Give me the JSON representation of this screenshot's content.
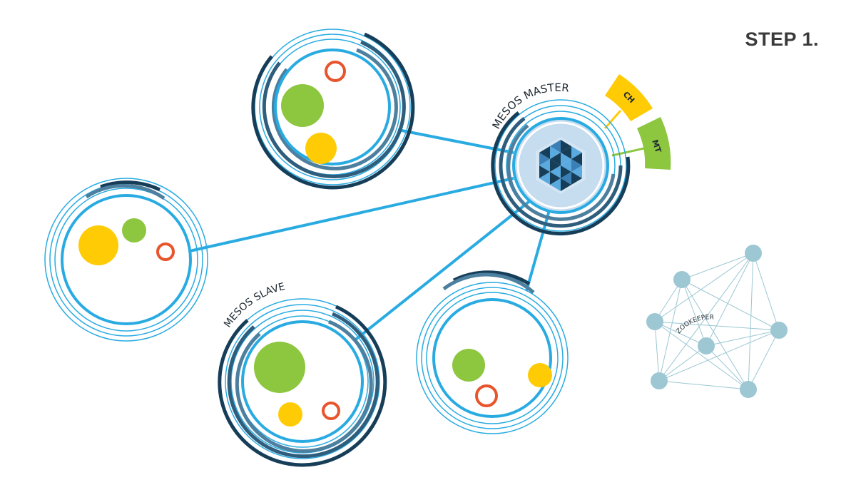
{
  "page": {
    "step_title": "STEP 1."
  },
  "labels": {
    "master": "MESOS MASTER",
    "slave": "MESOS SLAVE",
    "zookeeper": "ZOOKEEPER",
    "tag_ch": "CH",
    "tag_mt": "MT"
  },
  "colors": {
    "ring_blue": "#29abe2",
    "ring_dark": "#173e59",
    "ring_mid": "#2f5d7c",
    "ring_light": "#4d7f9e",
    "master_fill": "#c6dcef",
    "green": "#8dc63f",
    "yellow": "#ffcb05",
    "orange": "#e8542b",
    "zk_node": "#9cc7d3",
    "zk_edge": "#9cc7d3",
    "text_dark": "#3a3a3a"
  },
  "icons": {
    "master_logo": "mesos-logo-icon"
  }
}
